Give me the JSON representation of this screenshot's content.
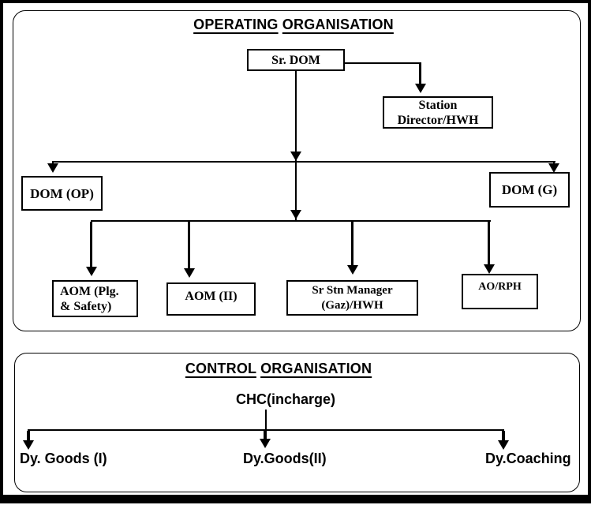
{
  "colors": {
    "ink": "#000000",
    "background": "#ffffff"
  },
  "operating_section": {
    "title": "OPERATING ORGANISATION",
    "nodes": {
      "sr_dom": {
        "label": "Sr. DOM"
      },
      "station_director": {
        "line1": "Station",
        "line2": "Director/HWH"
      },
      "dom_op": {
        "label": "DOM (OP)"
      },
      "dom_g": {
        "label": "DOM (G)"
      },
      "aom_plg_safety": {
        "line1": "AOM (Plg.",
        "line2": "& Safety)"
      },
      "aom_ii": {
        "label": "AOM (II)"
      },
      "sr_stn_manager": {
        "line1": "Sr Stn Manager",
        "line2": "(Gaz)/HWH"
      },
      "ao_rph": {
        "label": "AO/RPH"
      }
    }
  },
  "control_section": {
    "title": "CONTROL ORGANISATION",
    "root": {
      "label": "CHC(incharge)"
    },
    "children": [
      {
        "label": "Dy. Goods (I)"
      },
      {
        "label": "Dy.Goods(II)"
      },
      {
        "label": "Dy.Coaching"
      }
    ]
  }
}
